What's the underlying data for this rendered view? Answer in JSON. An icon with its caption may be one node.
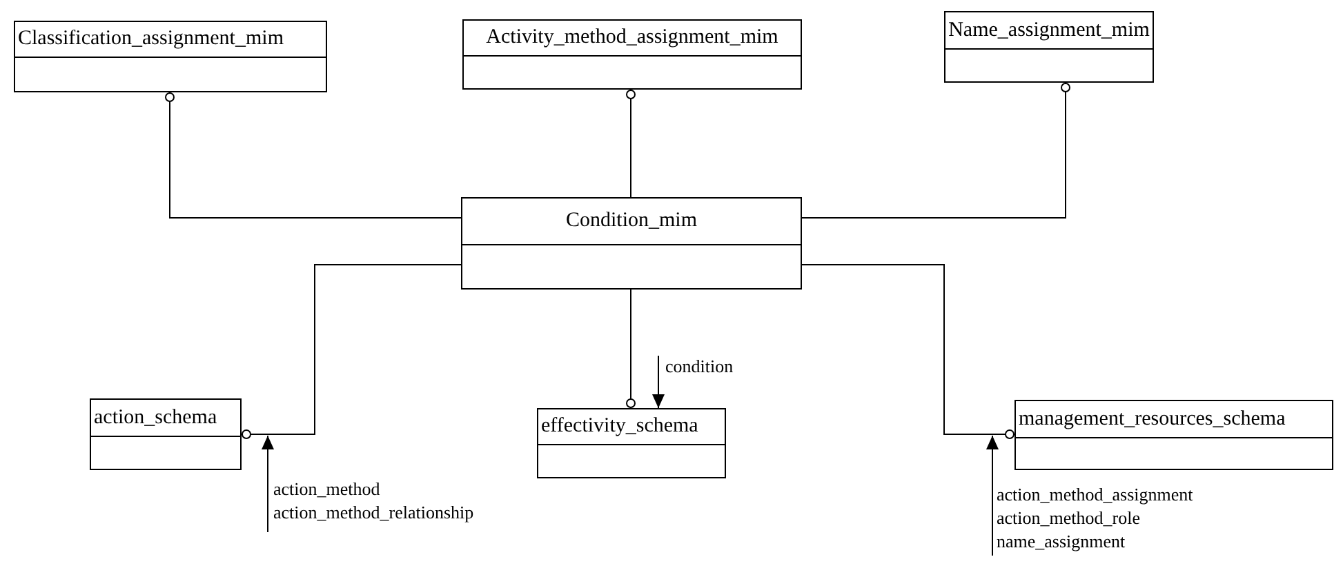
{
  "diagram": {
    "nodes": [
      {
        "text": [
          "Classification_assignment_mim"
        ]
      },
      {
        "text": [
          "Activity_method_assignment_mim"
        ]
      },
      {
        "text": [
          "Name_assignment_mim"
        ]
      },
      {
        "text": [
          "Condition_mim"
        ]
      },
      {
        "text": [
          "action_schema"
        ]
      },
      {
        "text": [
          "effectivity_schema"
        ]
      },
      {
        "text": [
          "management_resources_schema"
        ]
      },
      {
        "text": [
          "action_method",
          "action_method_relationship"
        ]
      },
      {
        "text": [
          "action_method_assignment",
          "action_method_role",
          "name_assignment"
        ]
      }
    ],
    "edges": [
      {
        "from": 3,
        "to": 0,
        "arrow": "other"
      },
      {
        "from": 3,
        "to": 1,
        "arrow": "other"
      },
      {
        "from": 3,
        "to": 2,
        "arrow": "other"
      },
      {
        "from": 3,
        "to": 4,
        "arrow": "other"
      },
      {
        "from": 3,
        "to": 5,
        "arrow": "other"
      },
      {
        "from": 3,
        "to": 6,
        "arrow": "other"
      },
      {
        "from": null,
        "to": 5,
        "arrow": "to",
        "label": "condition"
      },
      {
        "from": 7,
        "to": 4,
        "arrow": "to"
      },
      {
        "from": 8,
        "to": 6,
        "arrow": "to"
      }
    ]
  }
}
